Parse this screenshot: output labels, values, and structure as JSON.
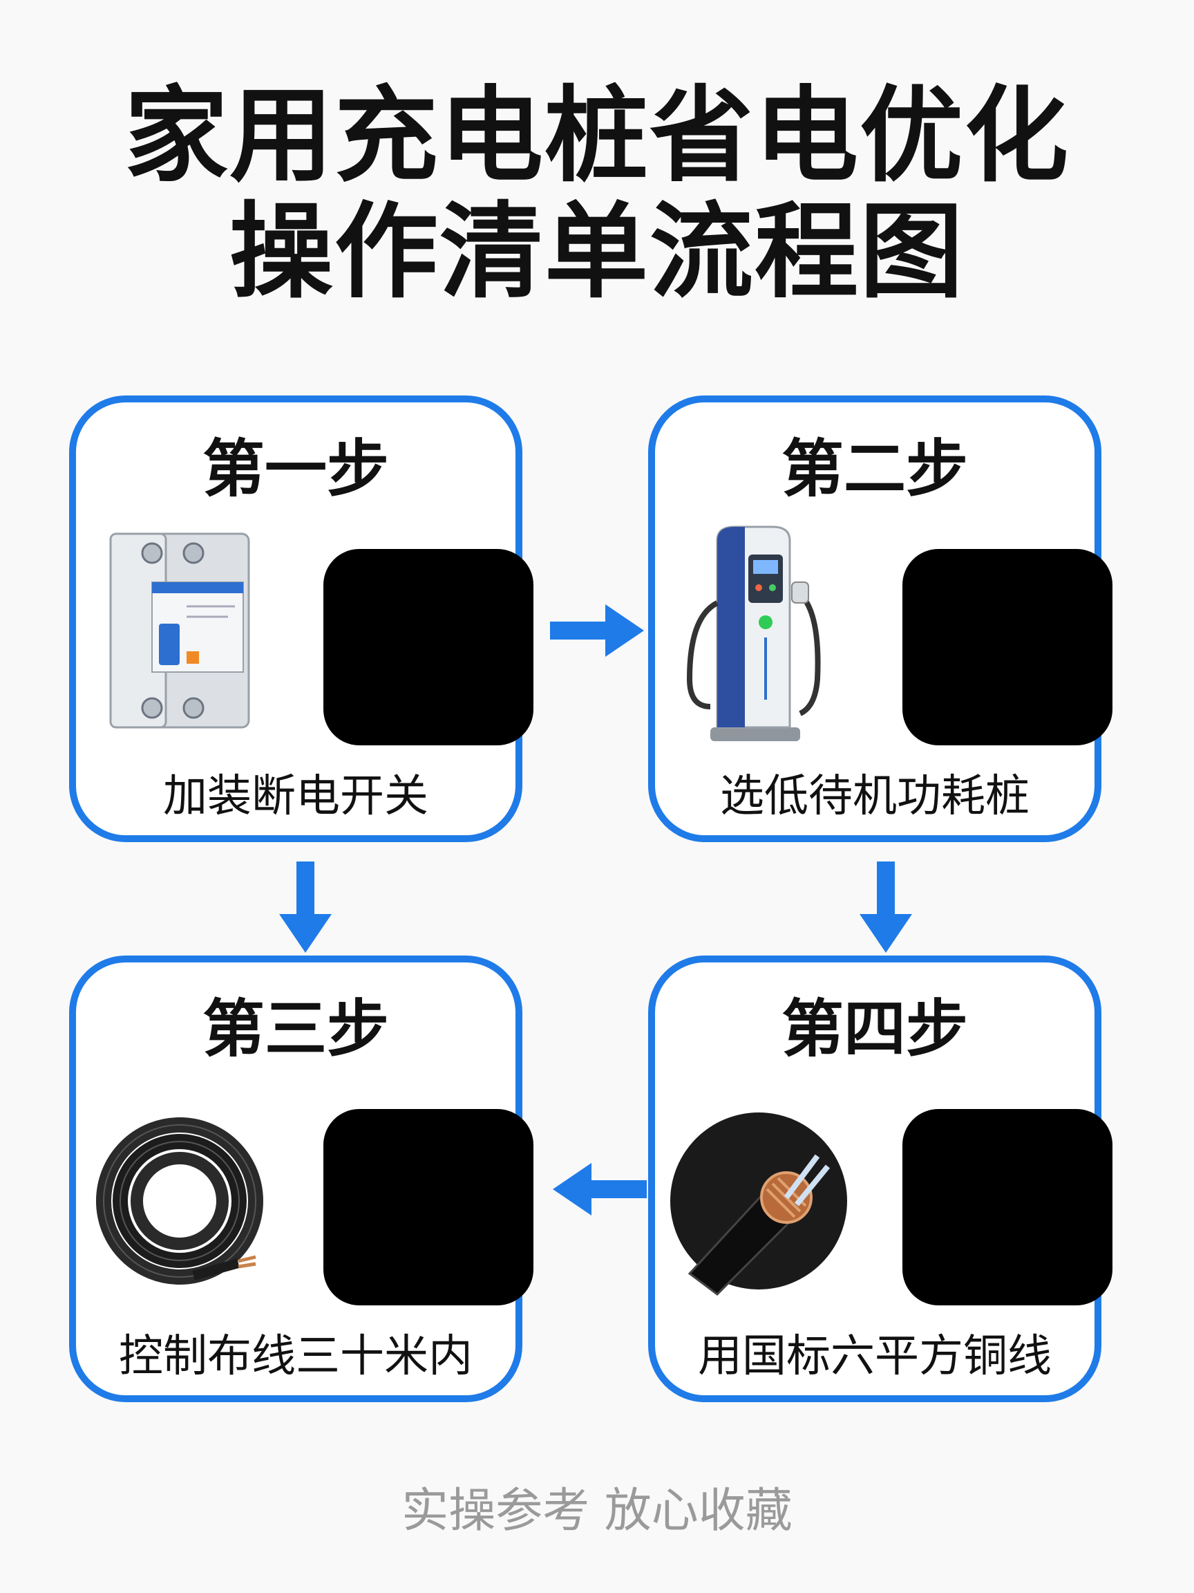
{
  "title": {
    "line1": "家用充电桩省电优化",
    "line2": "操作清单流程图"
  },
  "steps": [
    {
      "label": "第一步",
      "description": "加装断电开关",
      "icon": "circuit-breaker-icon"
    },
    {
      "label": "第二步",
      "description": "选低待机功耗桩",
      "icon": "charging-station-icon"
    },
    {
      "label": "第三步",
      "description": "控制布线三十米内",
      "icon": "cable-coil-icon"
    },
    {
      "label": "第四步",
      "description": "用国标六平方铜线",
      "icon": "copper-cable-icon"
    }
  ],
  "footer": "实操参考 放心收藏",
  "colors": {
    "accent": "#1f7be8",
    "background": "#f9f9f9",
    "text": "#111111",
    "footer_text": "#9a9a9a"
  }
}
